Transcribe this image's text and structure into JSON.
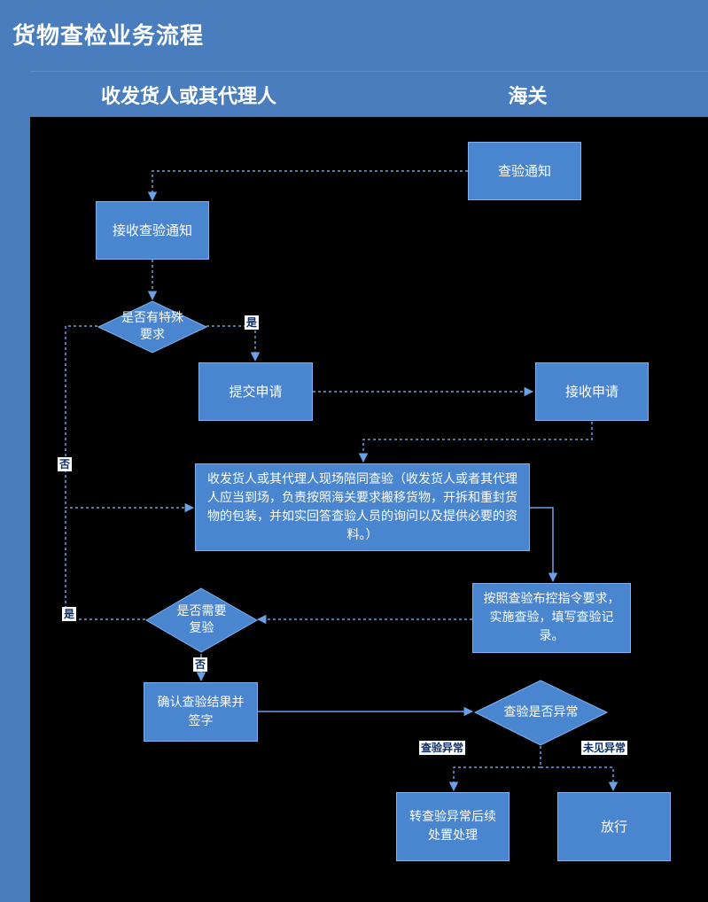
{
  "title": "货物查检业务流程",
  "lanes": {
    "left": "收发货人或其代理人",
    "right": "海关"
  },
  "nodes": {
    "notice": "查验通知",
    "receive_notice": "接收查验通知",
    "special_q": "是否有特殊要求",
    "submit_app": "提交申请",
    "receive_app": "接收申请",
    "accompany": "收发货人或其代理人现场陪同查验（收发货人或者其代理人应当到场，负责按照海关要求搬移货物，开拆和重封货物的包装，并如实回答查验人员的询问以及提供必要的资料。）",
    "inspect": "按照查验布控指令要求，实施查验，填写查验记录。",
    "recheck_q": "是否需要复验",
    "confirm": "确认查验结果并签字",
    "abnormal_q": "查验是否异常",
    "transfer": "转查验异常后续处置处理",
    "release": "放行"
  },
  "edge_labels": {
    "special_yes": "是",
    "special_no": "否",
    "recheck_yes": "是",
    "recheck_no": "否",
    "found_abnormal": "查验异常",
    "no_abnormal": "未见异常"
  },
  "colors": {
    "header": "#4a7dbd",
    "node": "#4a86d0",
    "line": "#6aa0e6",
    "background": "#000000"
  }
}
